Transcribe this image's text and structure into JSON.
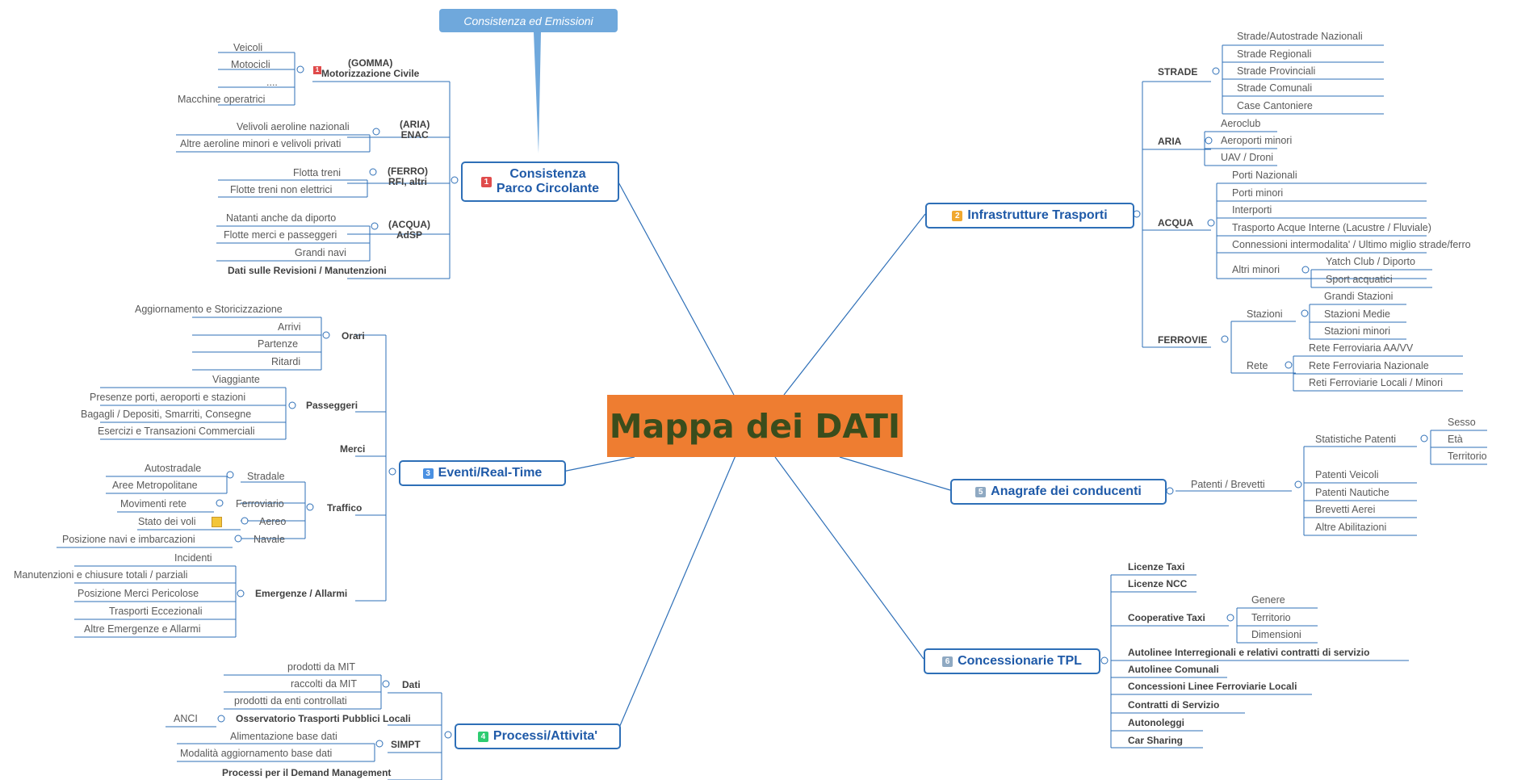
{
  "center": {
    "title": "Mappa dei DATI"
  },
  "callout": {
    "text": "Consistenza ed Emissioni"
  },
  "topics": {
    "t1": {
      "badge": "1",
      "line1": "Consistenza",
      "line2": "Parco Circolante",
      "badge_color": "#e04b4b"
    },
    "t2": {
      "badge": "2",
      "label": "Infrastrutture Trasporti",
      "badge_color": "#f0a830"
    },
    "t3": {
      "badge": "3",
      "label": "Eventi/Real-Time",
      "badge_color": "#4a90e2"
    },
    "t4": {
      "badge": "4",
      "label": "Processi/Attivita'",
      "badge_color": "#2ecc71"
    },
    "t5": {
      "badge": "5",
      "label": "Anagrafe dei conducenti",
      "badge_color": "#8fa9c2"
    },
    "t6": {
      "badge": "6",
      "label": "Concessionarie TPL",
      "badge_color": "#8fa9c2"
    }
  },
  "consistenza": {
    "gomma": {
      "line1": "(GOMMA)",
      "line2": "Motorizzazione Civile",
      "flag": "1",
      "items": [
        "Veicoli",
        "Motocicli",
        "....",
        "Macchine operatrici"
      ]
    },
    "aria": {
      "line1": "(ARIA)",
      "line2": "ENAC",
      "items": [
        "Velivoli aeroline nazionali",
        "Altre aeroline minori e velivoli privati"
      ]
    },
    "ferro": {
      "line1": "(FERRO)",
      "line2": "RFI, altri",
      "items": [
        "Flotta treni",
        "Flotte treni non elettrici"
      ]
    },
    "acqua": {
      "line1": "(ACQUA)",
      "line2": "AdSP",
      "items": [
        "Natanti anche da diporto",
        "Flotte merci e passeggeri",
        "Grandi navi"
      ]
    },
    "revisioni": "Dati sulle Revisioni / Manutenzioni"
  },
  "infrastrutture": {
    "strade": {
      "label": "STRADE",
      "items": [
        "Strade/Autostrade Nazionali",
        "Strade Regionali",
        "Strade Provinciali",
        "Strade Comunali",
        "Case Cantoniere"
      ]
    },
    "aria": {
      "label": "ARIA",
      "items": [
        "Aeroclub",
        "Aeroporti minori",
        "UAV / Droni"
      ]
    },
    "acqua": {
      "label": "ACQUA",
      "items": [
        "Porti Nazionali",
        "Porti minori",
        "Interporti",
        "Trasporto Acque Interne (Lacustre / Fluviale)",
        "Connessioni intermodalita' / Ultimo miglio strade/ferro"
      ],
      "altri": {
        "label": "Altri minori",
        "items": [
          "Yatch Club / Diporto",
          "Sport acquatici"
        ]
      }
    },
    "ferrovie": {
      "label": "FERROVIE",
      "stazioni": {
        "label": "Stazioni",
        "items": [
          "Grandi Stazioni",
          "Stazioni Medie",
          "Stazioni minori"
        ]
      },
      "rete": {
        "label": "Rete",
        "items": [
          "Rete Ferroviaria AA/VV",
          "Rete Ferroviaria Nazionale",
          "Reti Ferroviarie Locali / Minori"
        ]
      }
    }
  },
  "eventi": {
    "orari": {
      "label": "Orari",
      "items": [
        "Aggiornamento e Storicizzazione",
        "Arrivi",
        "Partenze",
        "Ritardi"
      ]
    },
    "passeggeri": {
      "label": "Passeggeri",
      "items": [
        "Viaggiante",
        "Presenze porti, aeroporti e stazioni",
        "Bagagli / Depositi, Smarriti, Consegne",
        "Esercizi e Transazioni Commerciali"
      ]
    },
    "merci": "Merci",
    "traffico": {
      "label": "Traffico",
      "stradale": {
        "label": "Stradale",
        "items": [
          "Autostradale",
          "Aree Metropolitane"
        ]
      },
      "ferroviario": {
        "label": "Ferroviario",
        "item": "Movimenti rete"
      },
      "aereo": {
        "label": "Aereo",
        "item": "Stato dei voli"
      },
      "navale": {
        "label": "Navale",
        "item": "Posizione navi e imbarcazioni"
      }
    },
    "emergenze": {
      "label": "Emergenze / Allarmi",
      "items": [
        "Incidenti",
        "Manutenzioni  e chiusure totali / parziali",
        "Posizione Merci Pericolose",
        "Trasporti Eccezionali",
        "Altre Emergenze e Allarmi"
      ]
    }
  },
  "processi": {
    "dati": {
      "label": "Dati",
      "items": [
        "prodotti da MIT",
        "raccolti da MIT",
        "prodotti da enti controllati"
      ]
    },
    "osservatorio": {
      "label": "Osservatorio Trasporti Pubblici Locali",
      "item": "ANCI"
    },
    "simpt": {
      "label": "SIMPT",
      "items": [
        "Alimentazione base dati",
        "Modalità aggiornamento base dati"
      ]
    },
    "demand": "Processi per il Demand Management"
  },
  "anagrafe": {
    "patenti": "Patenti / Brevetti",
    "statistiche": {
      "label": "Statistiche Patenti",
      "items": [
        "Sesso",
        "Età",
        "Territorio"
      ]
    },
    "items": [
      "Patenti Veicoli",
      "Patenti Nautiche",
      "Brevetti  Aerei",
      "Altre Abilitazioni"
    ]
  },
  "concessionarie": {
    "licenze_taxi": "Licenze Taxi",
    "licenze_ncc": "Licenze NCC",
    "cooperative": {
      "label": "Cooperative Taxi",
      "items": [
        "Genere",
        "Territorio",
        "Dimensioni"
      ]
    },
    "items": [
      "Autolinee Interregionali e relativi contratti di servizio",
      "Autolinee Comunali",
      "Concessioni Linee Ferroviarie Locali",
      "Contratti di Servizio",
      "Autonoleggi",
      "Car Sharing"
    ]
  }
}
